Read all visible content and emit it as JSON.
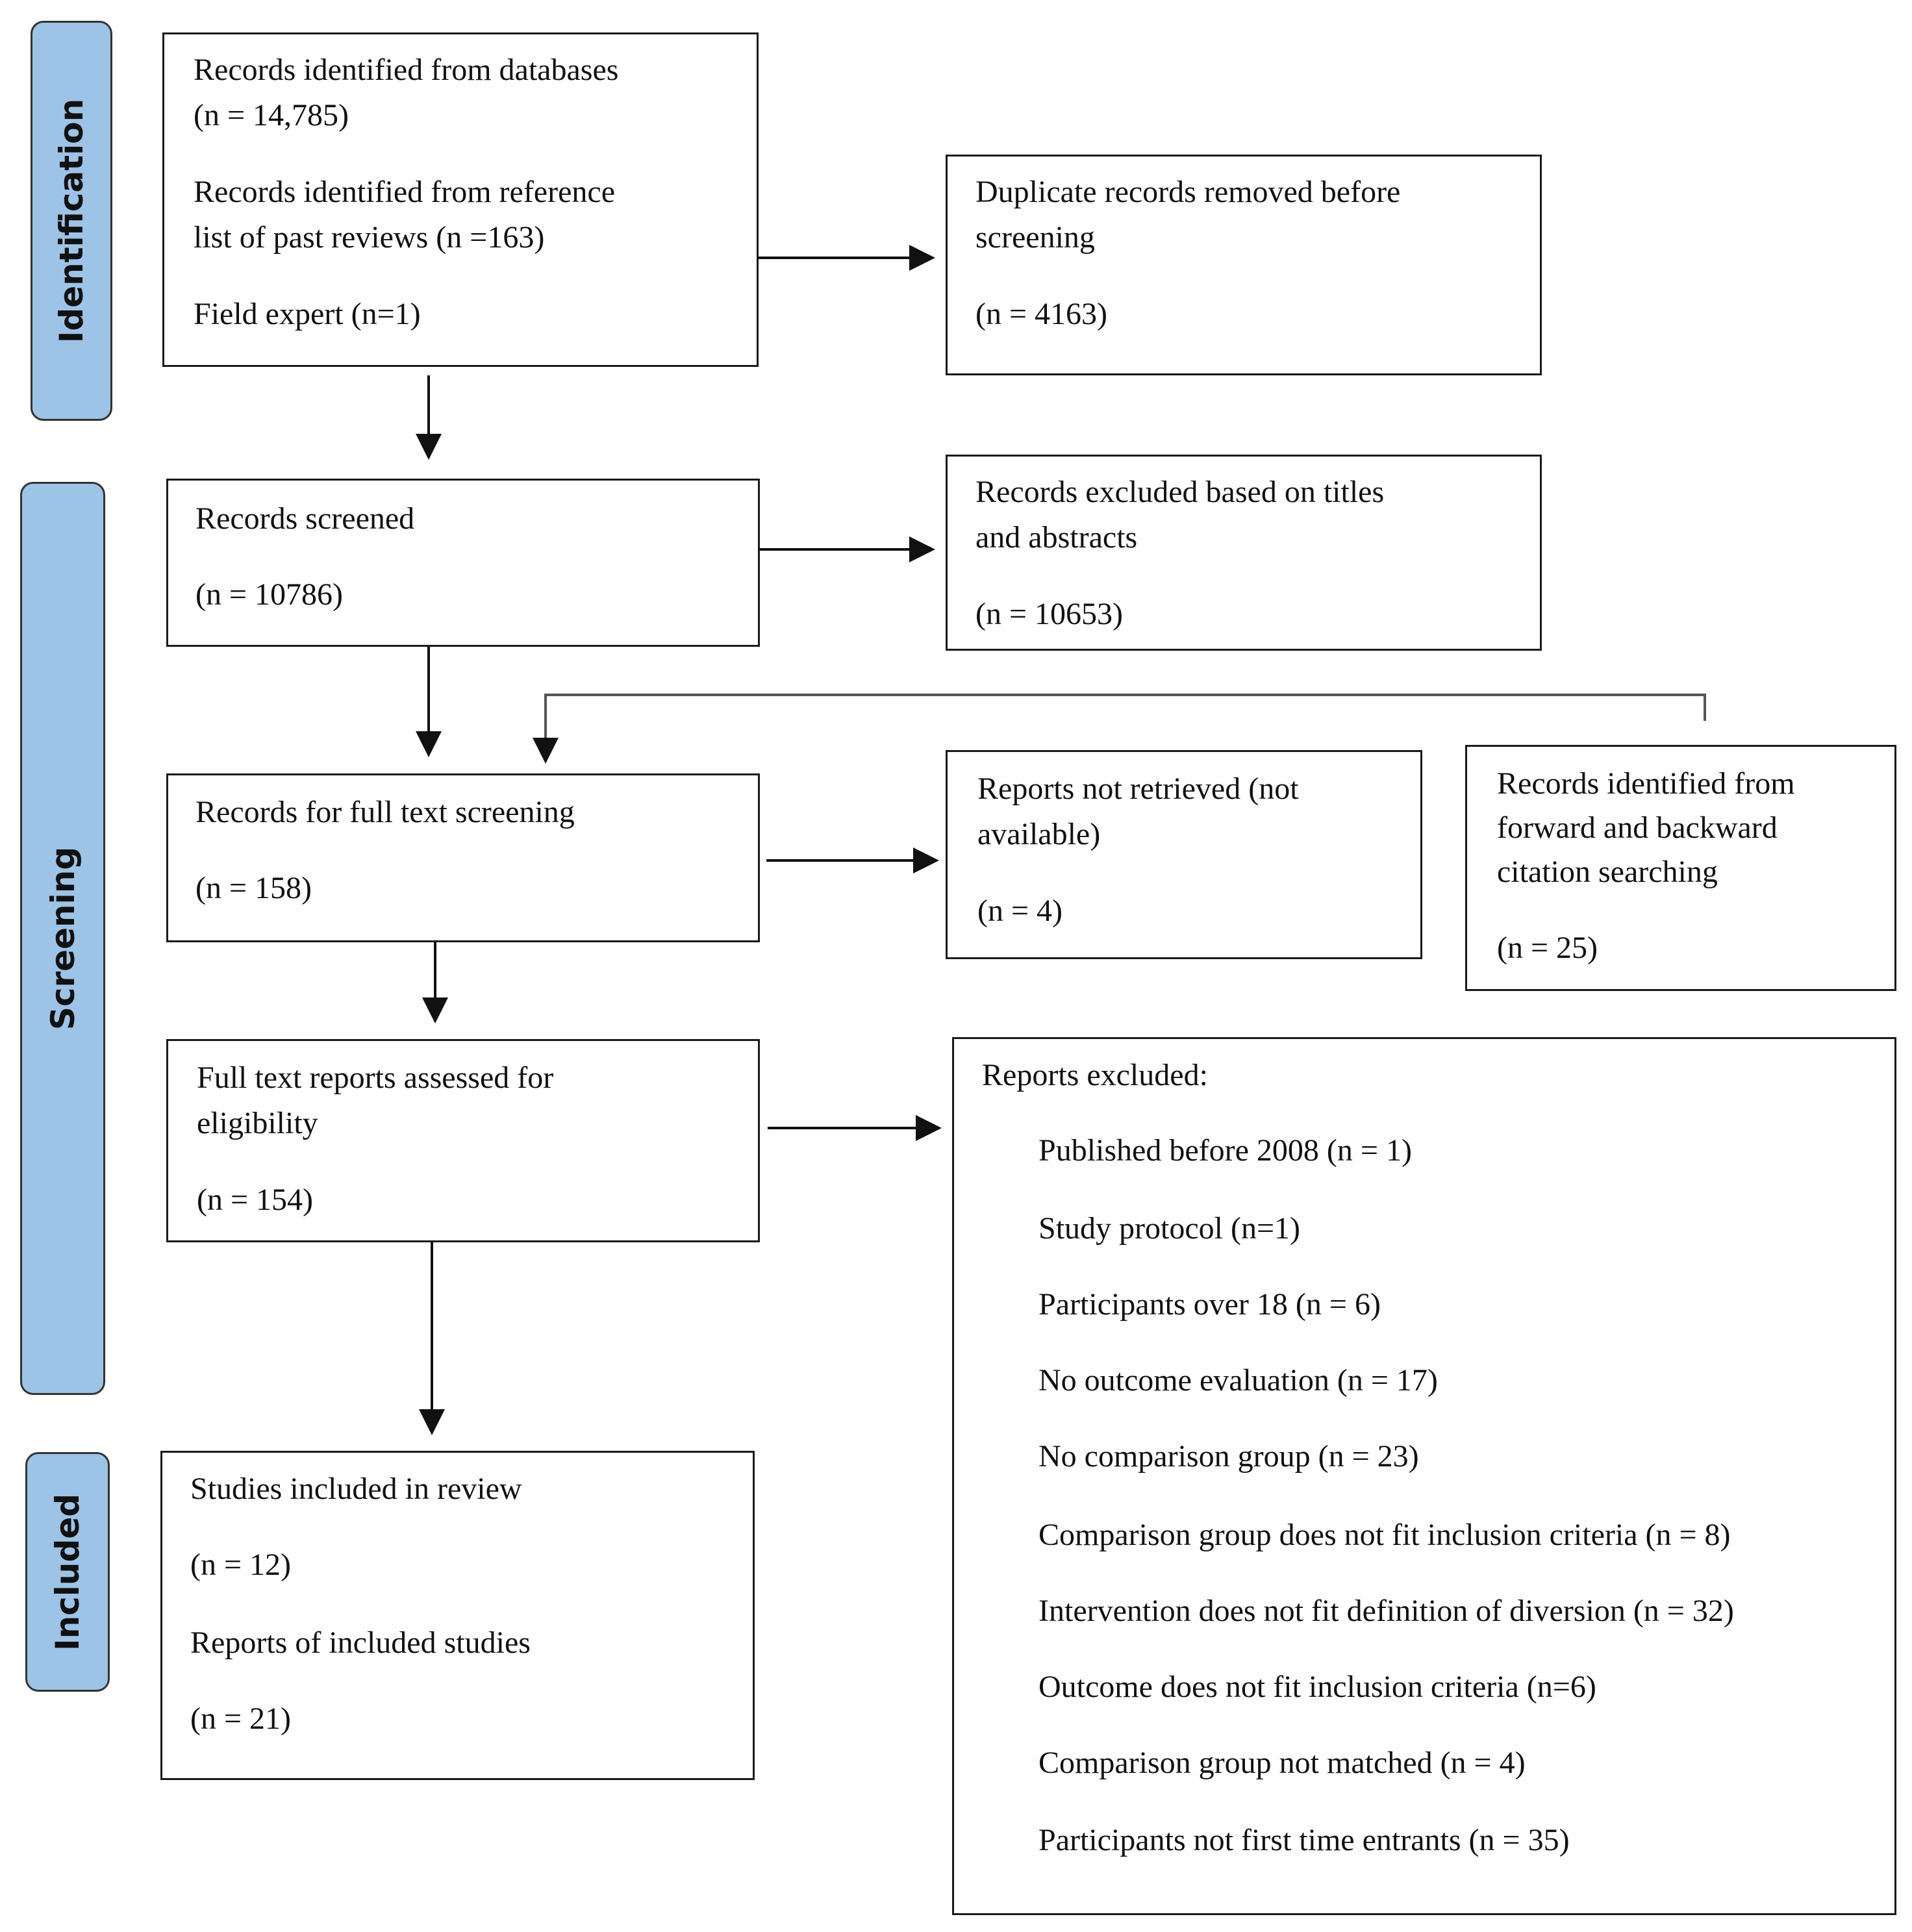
{
  "phases": {
    "identification": "Identification",
    "screening": "Screening",
    "included": "Included"
  },
  "boxes": {
    "records_identified": {
      "line1": "Records identified from databases",
      "line2": "(n = 14,785)",
      "line3": "Records identified from reference",
      "line4": "list of past reviews (n =163)",
      "line5": "Field expert (n=1)"
    },
    "duplicates_removed": {
      "line1": "Duplicate records removed before",
      "line2": "screening",
      "count": "(n = 4163)"
    },
    "records_screened": {
      "line1": "Records screened",
      "count": "(n = 10786)"
    },
    "records_excluded": {
      "line1": "Records excluded based on titles",
      "line2": "and abstracts",
      "count": "(n = 10653)"
    },
    "full_text_screening": {
      "line1": "Records for full text screening",
      "count": "(n = 158)"
    },
    "not_retrieved": {
      "line1": "Reports not retrieved (not",
      "line2": "available)",
      "count": "(n = 4)"
    },
    "citation_search": {
      "line1": "Records identified from",
      "line2": "forward and backward",
      "line3": "citation searching",
      "count": "(n = 25)"
    },
    "assessed_eligibility": {
      "line1": "Full text reports assessed for",
      "line2": "eligibility",
      "count": "(n = 154)"
    },
    "included_studies": {
      "line1": "Studies included in review",
      "count1": "(n = 12)",
      "line2": "Reports of included studies",
      "count2": "(n = 21)"
    },
    "reports_excluded": {
      "title": "Reports excluded:",
      "reasons": [
        "Published before 2008 (n = 1)",
        "Study protocol (n=1)",
        "Participants over 18 (n = 6)",
        "No outcome evaluation (n = 17)",
        "No comparison group (n = 23)",
        "Comparison group does not fit inclusion criteria (n = 8)",
        "Intervention does not fit definition of diversion (n = 32)",
        "Outcome does not fit inclusion criteria (n=6)",
        "Comparison group not matched (n = 4)",
        "Participants not first time entrants (n = 35)"
      ]
    }
  }
}
